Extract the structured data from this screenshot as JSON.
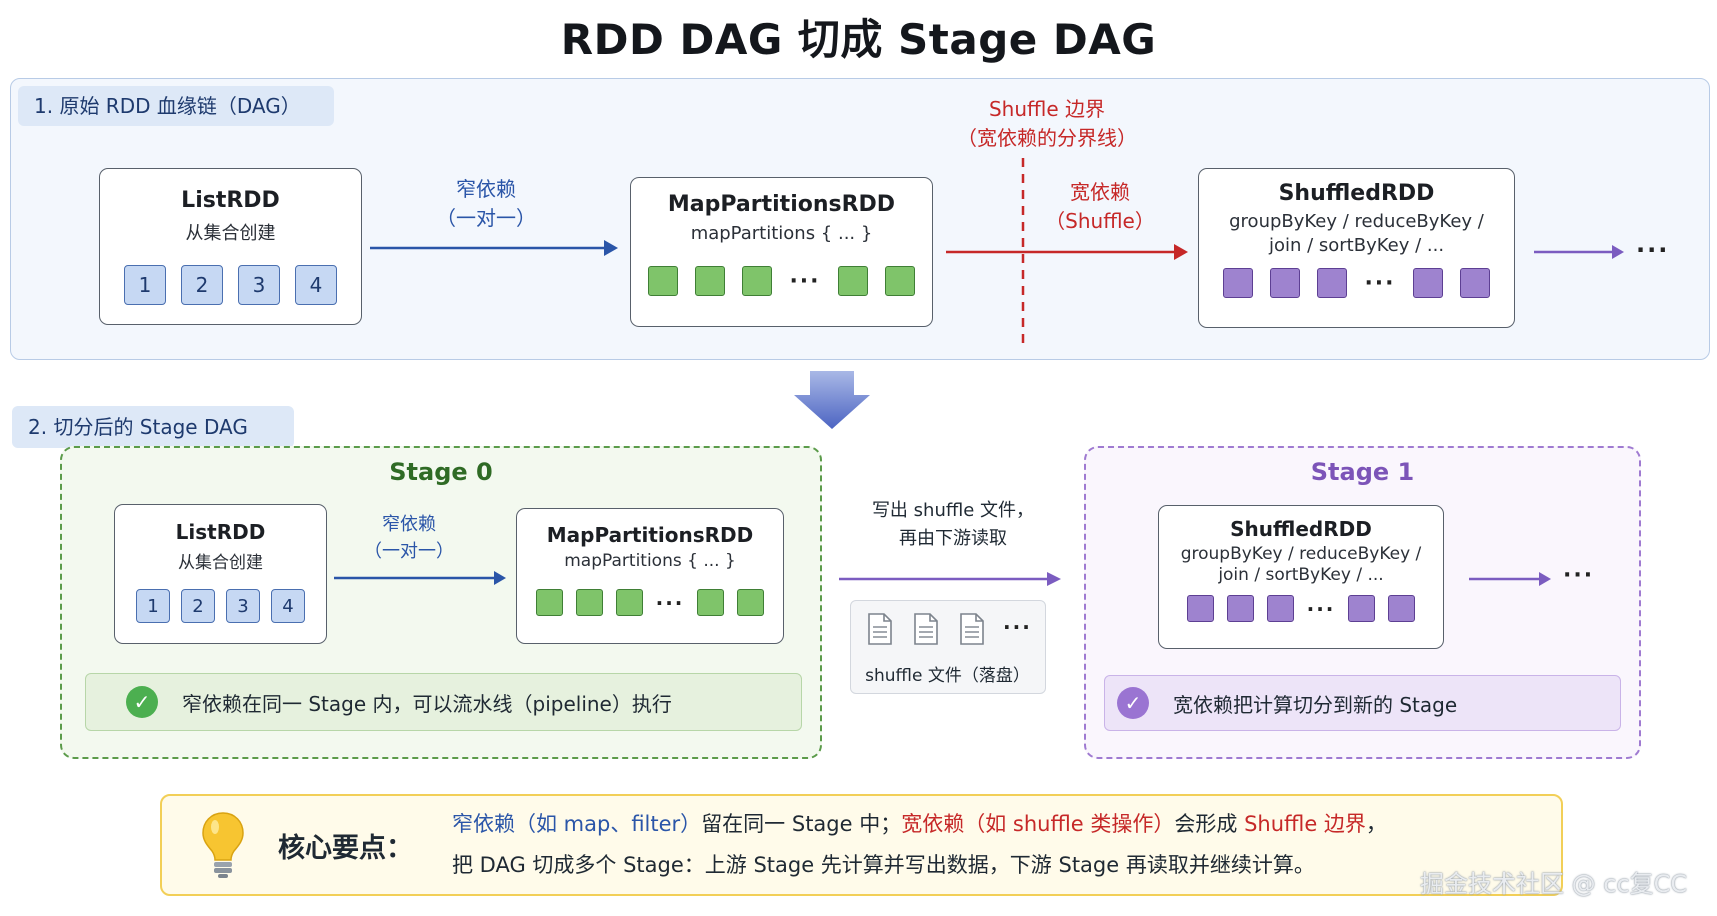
{
  "title": "RDD DAG 切成 Stage DAG",
  "section1": {
    "label": "1. 原始 RDD 血缘链（DAG）",
    "list_rdd": {
      "title": "ListRDD",
      "subtitle": "从集合创建",
      "partitions": [
        "1",
        "2",
        "3",
        "4"
      ]
    },
    "narrow_label": [
      "窄依赖",
      "（一对一）"
    ],
    "map_rdd": {
      "title": "MapPartitionsRDD",
      "subtitle": "mapPartitions { ... }",
      "ellipsis": "···"
    },
    "shuffle_boundary": [
      "Shuffle 边界",
      "（宽依赖的分界线）"
    ],
    "wide_label": [
      "宽依赖",
      "（Shuffle）"
    ],
    "shuffled_rdd": {
      "title": "ShuffledRDD",
      "subtitle_1": "groupByKey / reduceByKey /",
      "subtitle_2": "join / sortByKey / ...",
      "ellipsis": "···"
    },
    "trailing_ellipsis": "···"
  },
  "section2": {
    "label": "2. 切分后的 Stage DAG",
    "stage0": {
      "title": "Stage 0",
      "list_rdd": {
        "title": "ListRDD",
        "subtitle": "从集合创建",
        "partitions": [
          "1",
          "2",
          "3",
          "4"
        ]
      },
      "narrow_label": [
        "窄依赖",
        "（一对一）"
      ],
      "map_rdd": {
        "title": "MapPartitionsRDD",
        "subtitle": "mapPartitions { ... }",
        "ellipsis": "···"
      },
      "note": "窄依赖在同一 Stage 内，可以流水线（pipeline）执行"
    },
    "shuffle_write_label": [
      "写出 shuffle 文件，",
      "再由下游读取"
    ],
    "shuffle_files": {
      "ellipsis": "···",
      "label": "shuffle 文件（落盘）"
    },
    "stage1": {
      "title": "Stage 1",
      "shuffled_rdd": {
        "title": "ShuffledRDD",
        "subtitle_1": "groupByKey / reduceByKey /",
        "subtitle_2": "join / sortByKey / ...",
        "ellipsis": "···"
      },
      "trailing_ellipsis": "···",
      "note": "宽依赖把计算切分到新的 Stage"
    }
  },
  "key_points": {
    "heading": "核心要点：",
    "line1_narrow": "窄依赖（如 map、filter）",
    "line1_mid": "留在同一 Stage 中；",
    "line1_wide": "宽依赖（如 shuffle 类操作）",
    "line1_form": "会形成",
    "line1_boundary": "Shuffle 边界",
    "line1_end": "，",
    "line2": "把 DAG 切成多个 Stage：上游 Stage 先计算并写出数据，下游 Stage 再读取并继续计算。"
  },
  "watermark": "掘金技术社区 @ cc复CC",
  "colors": {
    "narrow_blue": "#2a55a8",
    "wide_red": "#c62828",
    "stage0_green": "#2f6b25",
    "stage1_purple": "#7c54b8",
    "pipeline_purple": "#7b5cc0"
  },
  "icons": [
    "bulb-icon",
    "check-circle-icon",
    "file-icon",
    "down-arrow-icon"
  ]
}
